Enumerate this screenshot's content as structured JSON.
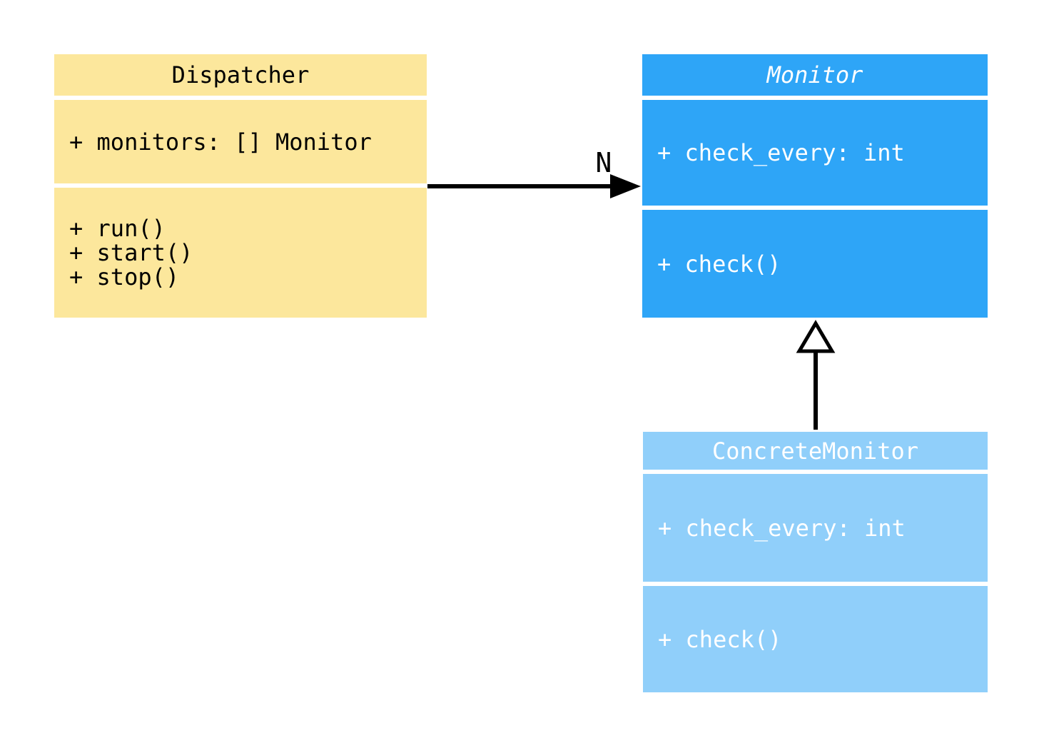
{
  "diagram": {
    "type": "uml-class-diagram",
    "classes": [
      {
        "name": "Dispatcher",
        "abstract": false,
        "attributes": [
          "+ monitors: [] Monitor"
        ],
        "methods": [
          "+ run()",
          "+ start()",
          "+ stop()"
        ],
        "fill": "#FCE79C",
        "text_color": "#000000"
      },
      {
        "name": "Monitor",
        "abstract": true,
        "attributes": [
          "+ check_every: int"
        ],
        "methods": [
          "+ check()"
        ],
        "fill": "#2EA5F7",
        "text_color": "#FFFFFF"
      },
      {
        "name": "ConcreteMonitor",
        "abstract": false,
        "attributes": [
          "+ check_every: int"
        ],
        "methods": [
          "+ check()"
        ],
        "fill": "#90CFFA",
        "text_color": "#FFFFFF"
      }
    ],
    "relationships": [
      {
        "type": "association",
        "from": "Dispatcher",
        "to": "Monitor",
        "label": "N",
        "arrow_color": "#000000"
      },
      {
        "type": "inheritance",
        "from": "ConcreteMonitor",
        "to": "Monitor",
        "label": "",
        "arrow_color": "#000000"
      }
    ]
  }
}
